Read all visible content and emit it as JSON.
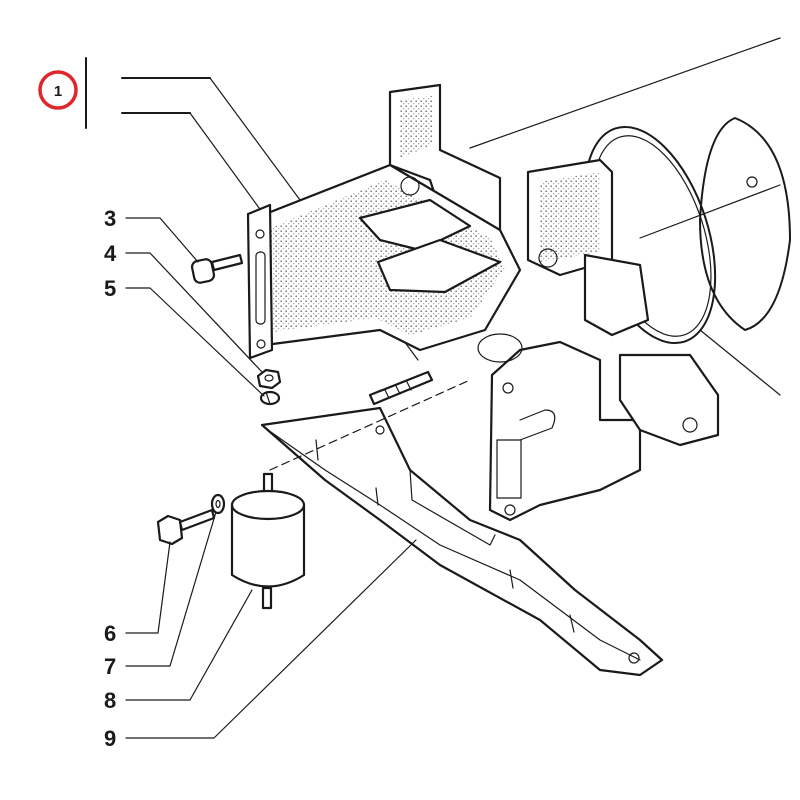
{
  "diagram": {
    "main_callout": "1",
    "callouts": [
      {
        "id": "c3",
        "label": "3"
      },
      {
        "id": "c4",
        "label": "4"
      },
      {
        "id": "c5",
        "label": "5"
      },
      {
        "id": "c6",
        "label": "6"
      },
      {
        "id": "c7",
        "label": "7"
      },
      {
        "id": "c8",
        "label": "8"
      },
      {
        "id": "c9",
        "label": "9"
      }
    ],
    "colors": {
      "highlight_ring": "#e0262b",
      "ink": "#1a1a1a"
    }
  }
}
